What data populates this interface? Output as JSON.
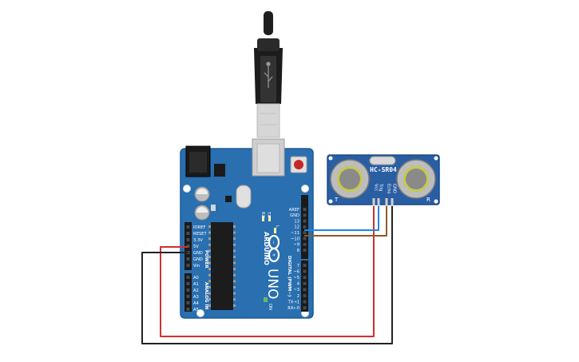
{
  "colors": {
    "board": "#2a6fb0",
    "board_edge": "#1d5a93",
    "sensor": "#2a5ea3",
    "wire_red": "#d32f2f",
    "wire_black": "#222222",
    "wire_blue": "#1e88e5",
    "wire_brown": "#8d5a2b",
    "canvas": "#ffffff"
  },
  "arduino": {
    "brand": "ARDUINO",
    "model": "UNO",
    "digital_label": "DIGITAL (PWM~)",
    "power_label": "POWER",
    "analog_label": "ANALOG IN",
    "tx_label": "TX",
    "rx_label": "RX",
    "on_label": "ON",
    "l_label": "L",
    "power_pins": [
      "IOREF",
      "RESET",
      "3.3V",
      "5V",
      "GND",
      "GND",
      "Vin"
    ],
    "analog_pins": [
      "A0",
      "A1",
      "A2",
      "A3",
      "A4",
      "A5"
    ],
    "digital_top": [
      "AREF",
      "GND",
      "13",
      "12",
      "~11",
      "~10",
      "~9",
      "8"
    ],
    "digital_bottom": [
      "7",
      "~6",
      "~5",
      "4",
      "~3",
      "2",
      "TX→1",
      "RX←0"
    ]
  },
  "sensor": {
    "model": "HC-SR04",
    "pins": [
      "Vcc",
      "Trig",
      "Echo",
      "GND"
    ],
    "left_mark": "T",
    "right_mark": "R"
  },
  "icons": {
    "usb": "usb-cable-icon",
    "reset": "reset-button-icon",
    "logo": "arduino-infinity-logo"
  }
}
